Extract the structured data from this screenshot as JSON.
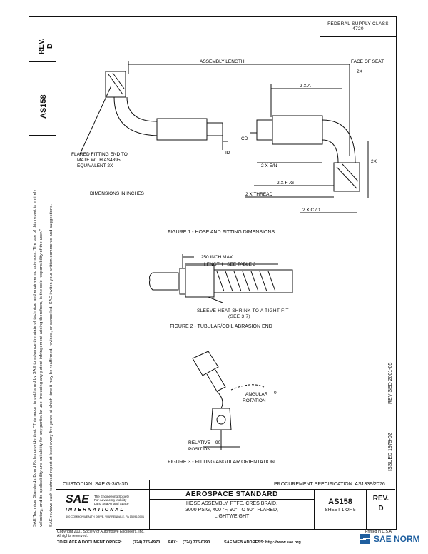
{
  "sidebar": {
    "rev_label": "REV.",
    "rev_value": "D",
    "doc_number": "AS158",
    "notice_line1": "SAE Technical Standards Board Rules provide that: \"This report is published by SAE to advance the state of technical and engineering sciences. The use of this report is entirely",
    "notice_line2": "voluntary, and its applicability and suitability for any particular use, including any patent infringement arising therefrom, is the sole responsibility of the user.\"",
    "notice_line3": "SAE reviews each technical report at least every five years at which time it may be reaffirmed, revised, or cancelled. SAE invites your written comments and suggestions."
  },
  "header": {
    "federal_supply_class_label": "FEDERAL SUPPLY CLASS",
    "federal_supply_class_value": "4720"
  },
  "figure1": {
    "caption": "FIGURE 1 - HOSE AND FITTING DIMENSIONS",
    "assembly_length": "ASSEMBLY LENGTH",
    "face_of_seat": "FACE OF SEAT",
    "face_of_seat_count": "2X",
    "two_x_a": "2 X A",
    "cd": "CD",
    "id": "ID",
    "two_x_e": "2 X E/N",
    "two_x_f": "2 X F /G",
    "two_x_thread": "2 X THREAD",
    "two_x_c": "2 X C /D",
    "two_x_b": "2X",
    "flared_note_1": "FLARED FITTING END TO",
    "flared_note_2": "MATE WITH AS4395",
    "flared_note_3": "EQUIVALENT  2X",
    "dims_note": "DIMENSIONS IN INCHES"
  },
  "figure2": {
    "caption": "FIGURE 2 - TUBULAR/COIL ABRASION END",
    "max_label": ".250 INCH MAX",
    "length_label": "LENGTH - SEE TABLE 3",
    "sleeve_note_1": "SLEEVE HEAT SHRINK TO A TIGHT FIT",
    "sleeve_note_2": "(SEE 3.7)"
  },
  "figure3": {
    "caption": "FIGURE 3 - FITTING ANGULAR ORIENTATION",
    "angular_rotation_1": "ANGULAR",
    "angular_rotation_2": "ROTATION",
    "relative_position_1": "RELATIVE",
    "relative_position_2": "POSITION",
    "degree_0": "0",
    "degree_90": "90"
  },
  "right_margin": {
    "revised": "REVISED 2001-05",
    "issued": "ISSUED 1979-02"
  },
  "title_block": {
    "custodian": "CUSTODIAN:  SAE G-3/G-3D",
    "procurement": "PROCUREMENT SPECIFICATION: AS1339/2076",
    "sae_logo": "SAE",
    "sae_tagline_1": "The Engineering Society",
    "sae_tagline_2": "For Advancing Mobility",
    "sae_tagline_3": "Land Sea Air and Space",
    "sae_international": "INTERNATIONAL",
    "sae_address": "400 COMMONWEALTH DRIVE, WARRENDALE, PA 15096-0001",
    "standard_title": "AEROSPACE STANDARD",
    "desc_line1": "HOSE ASSEMBLY, PTFE, CRES BRAID,",
    "desc_line2": "3000 PSIG, 400 °F, 90° TO 90°, FLARED,",
    "desc_line3": "LIGHTWEIGHT",
    "doc_number": "AS158",
    "sheet": "SHEET 1 OF 5",
    "rev_label": "REV.",
    "rev_value": "D"
  },
  "footer": {
    "copyright_1": "Copyright 2001 Society of Automotive Engineers, Inc.",
    "copyright_2": "All rights reserved.",
    "printed": "Printed in U.S.A.",
    "order_label": "TO PLACE A DOCUMENT ORDER:",
    "order_phone": "(724) 776-4970",
    "fax_label": "FAX:",
    "fax_value": "(724) 776-0790",
    "web_label": "SAE WEB ADDRESS:",
    "web_value": "http://www.sae.org"
  },
  "watermark": {
    "text": "SAE NORM"
  }
}
